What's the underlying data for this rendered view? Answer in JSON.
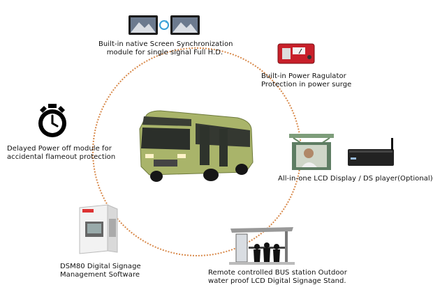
{
  "features": {
    "sync": {
      "line1": "Built-in native Screen Synchronization",
      "line2": "module for single signal Full H.D.",
      "icon": "dual-screen-sync-icon"
    },
    "regulator": {
      "line1": "Built-in Power Ragulator",
      "line2": "Protection in power surge",
      "icon": "power-regulator-box-icon"
    },
    "delay": {
      "line1": "Delayed Power off module  for",
      "line2": "accidental flameout protection",
      "icon": "stopwatch-icon"
    },
    "display": {
      "line1": "All-in-one  LCD Display  /   DS player(Optional)",
      "icon": "lcd-display-and-player-icon"
    },
    "software": {
      "line1": "DSM80 Digital Signage",
      "line2": "Management Software",
      "icon": "software-box-icon"
    },
    "stand": {
      "line1": "Remote controlled BUS station Outdoor",
      "line2": "water proof LCD Digital Signage Stand.",
      "icon": "bus-stop-shelter-icon"
    }
  },
  "center": {
    "icon": "bus-icon"
  },
  "colors": {
    "ring": "#d8894a",
    "bus": "#a9b46a",
    "regulator": "#c8202a"
  }
}
